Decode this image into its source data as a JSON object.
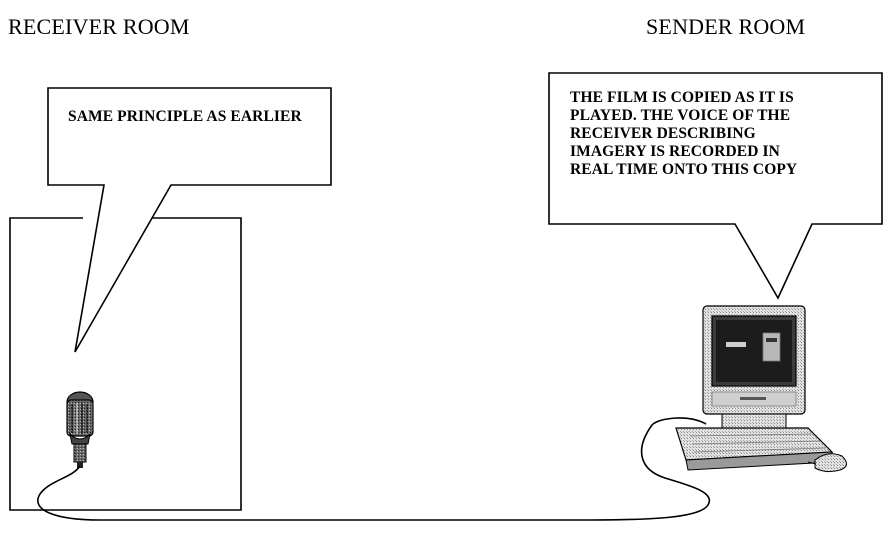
{
  "receiver_room": {
    "title": "RECEIVER ROOM",
    "callout": "SAME PRINCIPLE AS EARLIER",
    "device_icon": "microphone-icon"
  },
  "sender_room": {
    "title": "SENDER ROOM",
    "callout": "THE FILM IS COPIED AS IT IS\nPLAYED. THE VOICE OF THE\nRECEIVER DESCRIBING\nIMAGERY IS RECORDED IN\nREAL TIME ONTO THIS COPY",
    "device_icon": "computer-icon"
  },
  "colors": {
    "line": "#000000",
    "background": "#ffffff",
    "screen": "#222222",
    "casing": "#d6d6d6"
  }
}
